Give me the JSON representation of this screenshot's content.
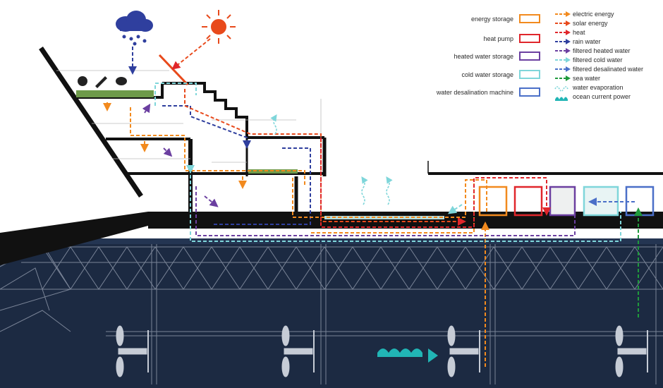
{
  "colors": {
    "energy": "#f28a1e",
    "heatpump": "#e0262b",
    "heated": "#6b3fa0",
    "cold": "#7fd6da",
    "desal": "#4a6fc8",
    "rain": "#2f3f9e",
    "solar": "#e84a1c",
    "sea": "#1f9a3c",
    "ocean_power": "#21b5b5",
    "ocean": "#1c2a42",
    "structure": "#111111"
  },
  "legend": {
    "storage": [
      {
        "label": "energy storage",
        "color": "#f28a1e"
      },
      {
        "label": "heat pump",
        "color": "#e0262b"
      },
      {
        "label": "heated water storage",
        "color": "#6b3fa0"
      },
      {
        "label": "cold water storage",
        "color": "#7fd6da"
      },
      {
        "label": "water desalination machine",
        "color": "#4a6fc8"
      }
    ],
    "flows": [
      {
        "label": "electric energy",
        "color": "#f28a1e",
        "style": "dash"
      },
      {
        "label": "solar energy",
        "color": "#e84a1c",
        "style": "dash"
      },
      {
        "label": "heat",
        "color": "#e0262b",
        "style": "dash"
      },
      {
        "label": "rain water",
        "color": "#2f3f9e",
        "style": "dash"
      },
      {
        "label": "filtered heated water",
        "color": "#6b3fa0",
        "style": "dash"
      },
      {
        "label": "filtered cold water",
        "color": "#7fd6da",
        "style": "dash"
      },
      {
        "label": "filtered desalinated water",
        "color": "#4a6fc8",
        "style": "dash"
      },
      {
        "label": "sea water",
        "color": "#1f9a3c",
        "style": "dash"
      },
      {
        "label": "water evaporation",
        "color": "#7fd6da",
        "style": "wave"
      },
      {
        "label": "ocean current power",
        "color": "#21b5b5",
        "style": "waves"
      }
    ]
  },
  "icons": {
    "rain": "cloud-rain-icon",
    "sun": "sun-icon",
    "produce": "vegetables-icon",
    "turbine": "tidal-turbine-icon",
    "ocean_power": "ocean-waves-icon"
  }
}
